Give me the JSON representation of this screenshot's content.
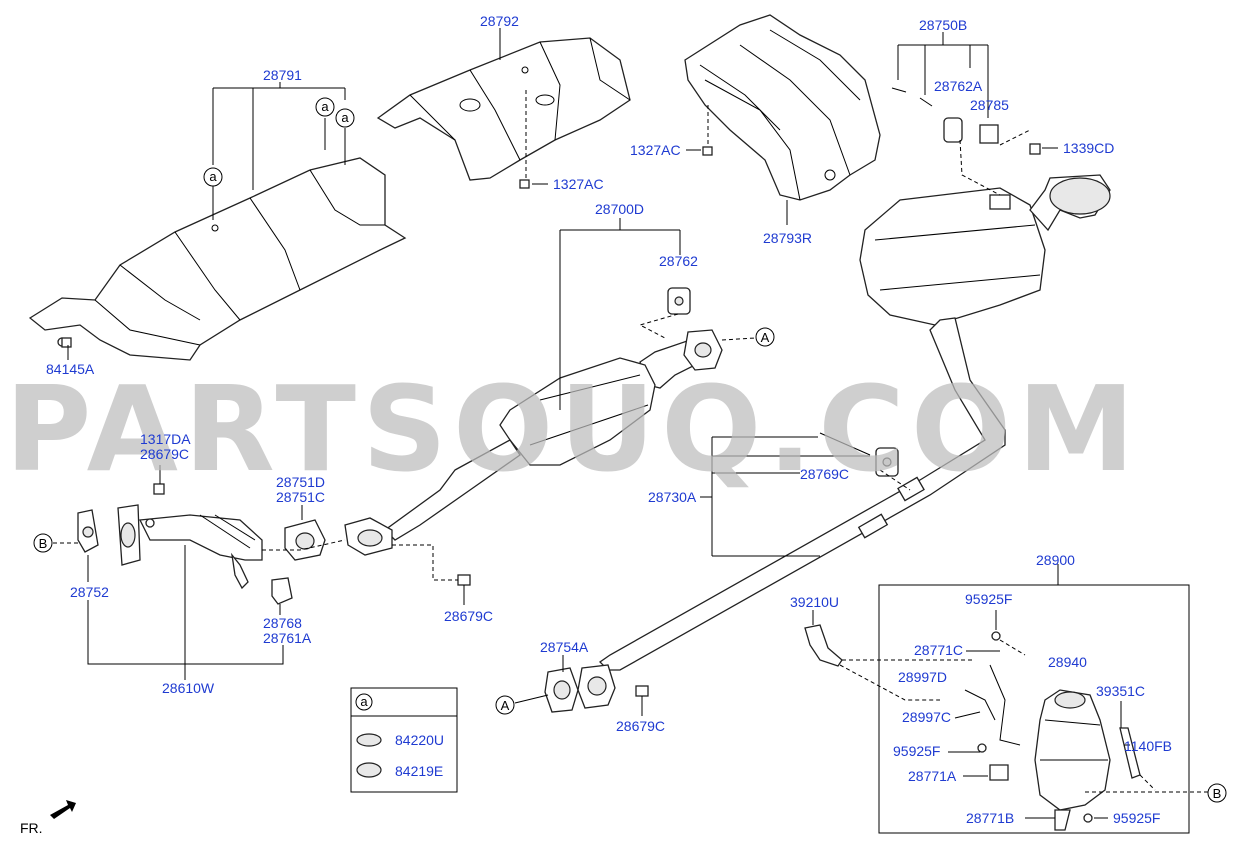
{
  "watermark": "PARTSOUQ.COM",
  "orientation_label": "FR.",
  "callouts": {
    "a": "a",
    "A": "A",
    "B": "B"
  },
  "legend": {
    "header": "a",
    "items": [
      "84220U",
      "84219E"
    ]
  },
  "parts": {
    "p28791": "28791",
    "p84145A": "84145A",
    "p28792": "28792",
    "p1327AC_a": "1327AC",
    "p1327AC_b": "1327AC",
    "p28793R": "28793R",
    "p28750B": "28750B",
    "p28762A": "28762A",
    "p28785": "28785",
    "p1339CD": "1339CD",
    "p28700D": "28700D",
    "p28762": "28762",
    "p1317DA": "1317DA",
    "p28679C_a": "28679C",
    "p28751D": "28751D",
    "p28751C": "28751C",
    "p28752": "28752",
    "p28768": "28768",
    "p28761A": "28761A",
    "p28610W": "28610W",
    "p28679C_b": "28679C",
    "p28730A": "28730A",
    "p28769C": "28769C",
    "p28900": "28900",
    "p39210U": "39210U",
    "p95925F_a": "95925F",
    "p28771C": "28771C",
    "p28940": "28940",
    "p28754A": "28754A",
    "p28679C_c": "28679C",
    "p28997D": "28997D",
    "p39351C": "39351C",
    "p28997C": "28997C",
    "p1140FB": "1140FB",
    "p95925F_b": "95925F",
    "p28771A": "28771A",
    "p28771B": "28771B",
    "p95925F_c": "95925F"
  },
  "colors": {
    "label": "#1f3bd1",
    "line": "#000000",
    "watermark": "#bdbdbd"
  }
}
